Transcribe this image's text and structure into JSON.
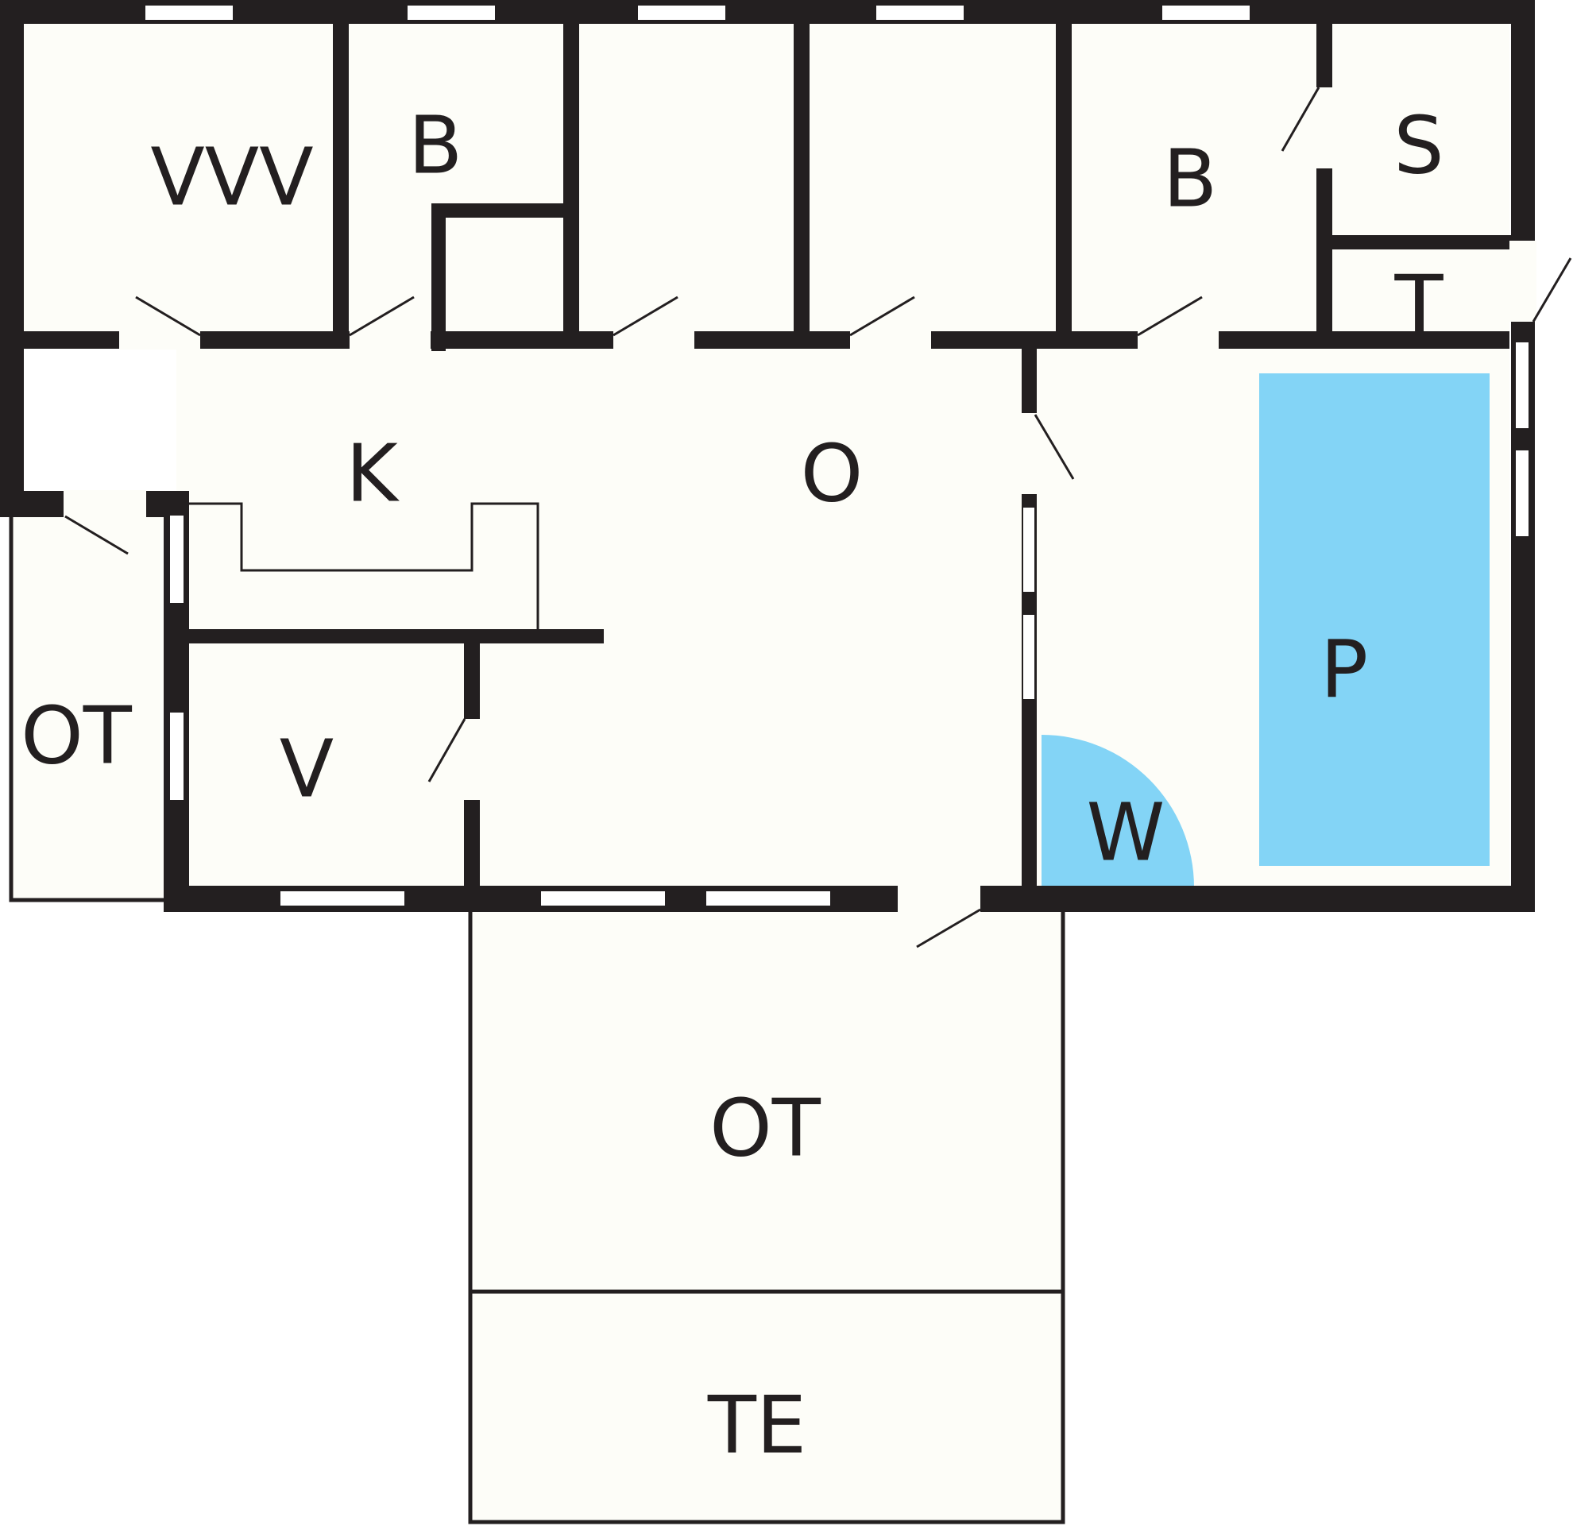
{
  "colors": {
    "wall": "#231f20",
    "floor": "#fdfdf8",
    "water": "#83d4f6",
    "background": "#ffffff"
  },
  "rooms": {
    "vvv": "VVV",
    "bedroom_left": "B",
    "bedroom_right": "B",
    "sauna": "S",
    "toilet": "T",
    "kitchen": "K",
    "living": "O",
    "pool": "P",
    "whirlpool": "W",
    "utility": "V",
    "terrace_left": "OT",
    "terrace_bottom": "OT",
    "terrace_end": "TE"
  }
}
